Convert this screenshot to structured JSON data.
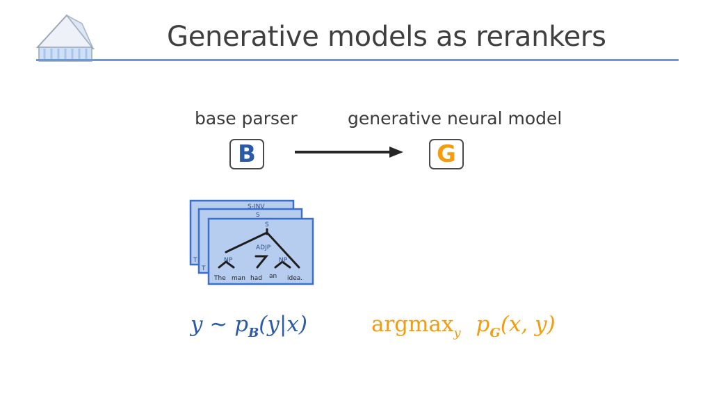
{
  "title": "Generative models as rerankers",
  "base_label": "base parser",
  "gen_label": "generative neural model",
  "base_letter": "B",
  "gen_letter": "G",
  "colors": {
    "blue": "#2a5aa8",
    "orange": "#f59c0c",
    "rule": "#6f97d6",
    "card": "#b7cdf0",
    "card_border": "#3c6fc9"
  },
  "tree": {
    "back2_label": "S-INV",
    "back1_label": "S",
    "root": "S",
    "adjp": "ADJP",
    "np_left": "NP",
    "np_right": "NP",
    "words": [
      "The",
      "man",
      "had",
      "an",
      "idea."
    ]
  },
  "formula_left": {
    "y": "y",
    "sim": "∼",
    "p": "p",
    "sub": "B",
    "args": "(y|x)"
  },
  "formula_right": {
    "op": "argmax",
    "op_sub": "y",
    "p": "p",
    "sub": "G",
    "args": "(x, y)"
  }
}
